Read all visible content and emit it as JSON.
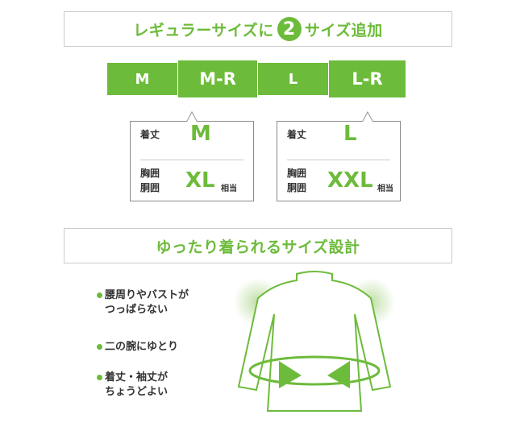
{
  "banner1": {
    "text_before": "レギュラーサイズに",
    "number": "2",
    "text_after": "サイズ追加"
  },
  "sizes": [
    "M",
    "M-R",
    "L",
    "L-R"
  ],
  "callouts": [
    {
      "length_label": "着丈",
      "length_value": "M",
      "chest_label": "胸囲",
      "waist_label": "胴囲",
      "bust_value": "XL",
      "equiv_label": "相当"
    },
    {
      "length_label": "着丈",
      "length_value": "L",
      "chest_label": "胸囲",
      "waist_label": "胴囲",
      "bust_value": "XXL",
      "equiv_label": "相当"
    }
  ],
  "banner2": {
    "text": "ゆったり着られるサイズ設計"
  },
  "features": [
    {
      "line1": "腰周りやバストが",
      "line2": "つっぱらない"
    },
    {
      "line1": "二の腕にゆとり",
      "line2": ""
    },
    {
      "line1": "着丈・袖丈が",
      "line2": "ちょうどよい"
    }
  ],
  "colors": {
    "accent": "#6dbb3b",
    "glow": "#b9dc9c",
    "outline": "#8a8a8a"
  },
  "icons": [
    "shirt-illustration",
    "arrow-right-icon",
    "arrow-left-icon",
    "circular-arrow-icon"
  ]
}
